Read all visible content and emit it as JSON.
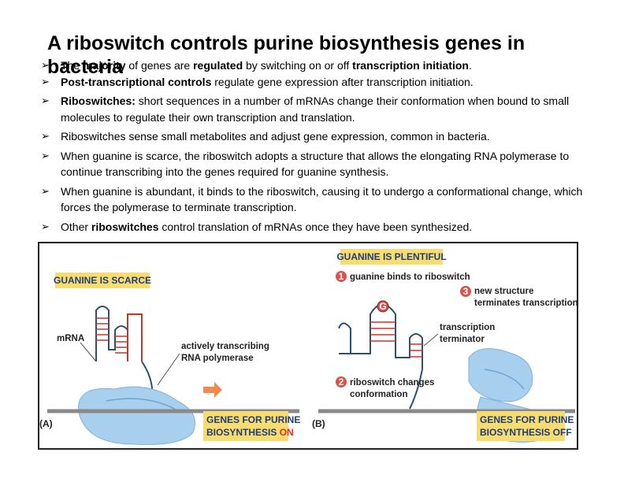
{
  "slide": {
    "title": "A riboswitch controls purine biosynthesis genes in bacteria"
  },
  "bullets": [
    {
      "icon": "arrow-bullet-icon",
      "segments": [
        {
          "t": "The ",
          "b": false
        },
        {
          "t": "majority",
          "b": true
        },
        {
          "t": " of genes are ",
          "b": false
        },
        {
          "t": "regulated",
          "b": true
        },
        {
          "t": " by switching on or off ",
          "b": false
        },
        {
          "t": "transcription initiation",
          "b": true
        },
        {
          "t": ".",
          "b": false
        }
      ]
    },
    {
      "icon": "arrow-bullet-icon",
      "segments": [
        {
          "t": "Post-transcriptional controls",
          "b": true
        },
        {
          "t": " regulate gene expression after transcription initiation.",
          "b": false
        }
      ]
    },
    {
      "icon": "arrow-bullet-icon",
      "segments": [
        {
          "t": "Riboswitches:",
          "b": true
        },
        {
          "t": " short sequences in a number of mRNAs change their conformation when bound to small molecules to regulate their own transcription and translation.",
          "b": false
        }
      ]
    },
    {
      "icon": "arrow-bullet-icon",
      "segments": [
        {
          "t": "Riboswitches sense small metabolites and adjust gene expression, common in bacteria.",
          "b": false
        }
      ]
    },
    {
      "icon": "arrow-bullet-icon",
      "segments": [
        {
          "t": "When guanine is scarce, the riboswitch adopts a structure that allows the elongating RNA polymerase to continue transcribing into the genes required for guanine synthesis.",
          "b": false
        }
      ]
    },
    {
      "icon": "arrow-bullet-icon",
      "segments": [
        {
          "t": "When guanine is abundant, it binds to the riboswitch, causing it to undergo a conformational change, which forces the polymerase to terminate transcription.",
          "b": false
        }
      ]
    },
    {
      "icon": "arrow-bullet-icon",
      "segments": [
        {
          "t": "Other ",
          "b": false
        },
        {
          "t": "riboswitches",
          "b": true
        },
        {
          "t": " control translation of mRNAs once they have been synthesized.",
          "b": false
        }
      ]
    }
  ],
  "figure": {
    "panel_a": {
      "letter": "(A)",
      "condition": "GUANINE IS SCARCE",
      "mrna_label": "mRNA",
      "polymerase_label_1": "actively transcribing",
      "polymerase_label_2": "RNA polymerase",
      "genes_line_1": "GENES FOR PURINE",
      "genes_line_2_prefix": "BIOSYNTHESIS ",
      "genes_line_2_state": "ON"
    },
    "panel_b": {
      "letter": "(B)",
      "condition": "GUANINE IS PLENTIFUL",
      "step1_num": "1",
      "step1_text": "guanine binds to riboswitch",
      "step2_num": "2",
      "step2_text_1": "riboswitch changes",
      "step2_text_2": "conformation",
      "step3_num": "3",
      "step3_text_1": "new structure",
      "step3_text_2": "terminates transcription",
      "terminator_1": "transcription",
      "terminator_2": "terminator",
      "guanine_letter": "G",
      "genes_line_1": "GENES FOR PURINE",
      "genes_line_2": "BIOSYNTHESIS OFF"
    },
    "colors": {
      "label_yellow": "#f7dc6f",
      "step_red": "#d9534f",
      "polymerase_blue": "#a9cfee",
      "rna_red": "#c0392b",
      "dna_gray": "#8a8a8a",
      "gene_yellow": "#e8c840",
      "on_red": "#e0301e",
      "arrow_orange": "#f08a4b"
    }
  }
}
